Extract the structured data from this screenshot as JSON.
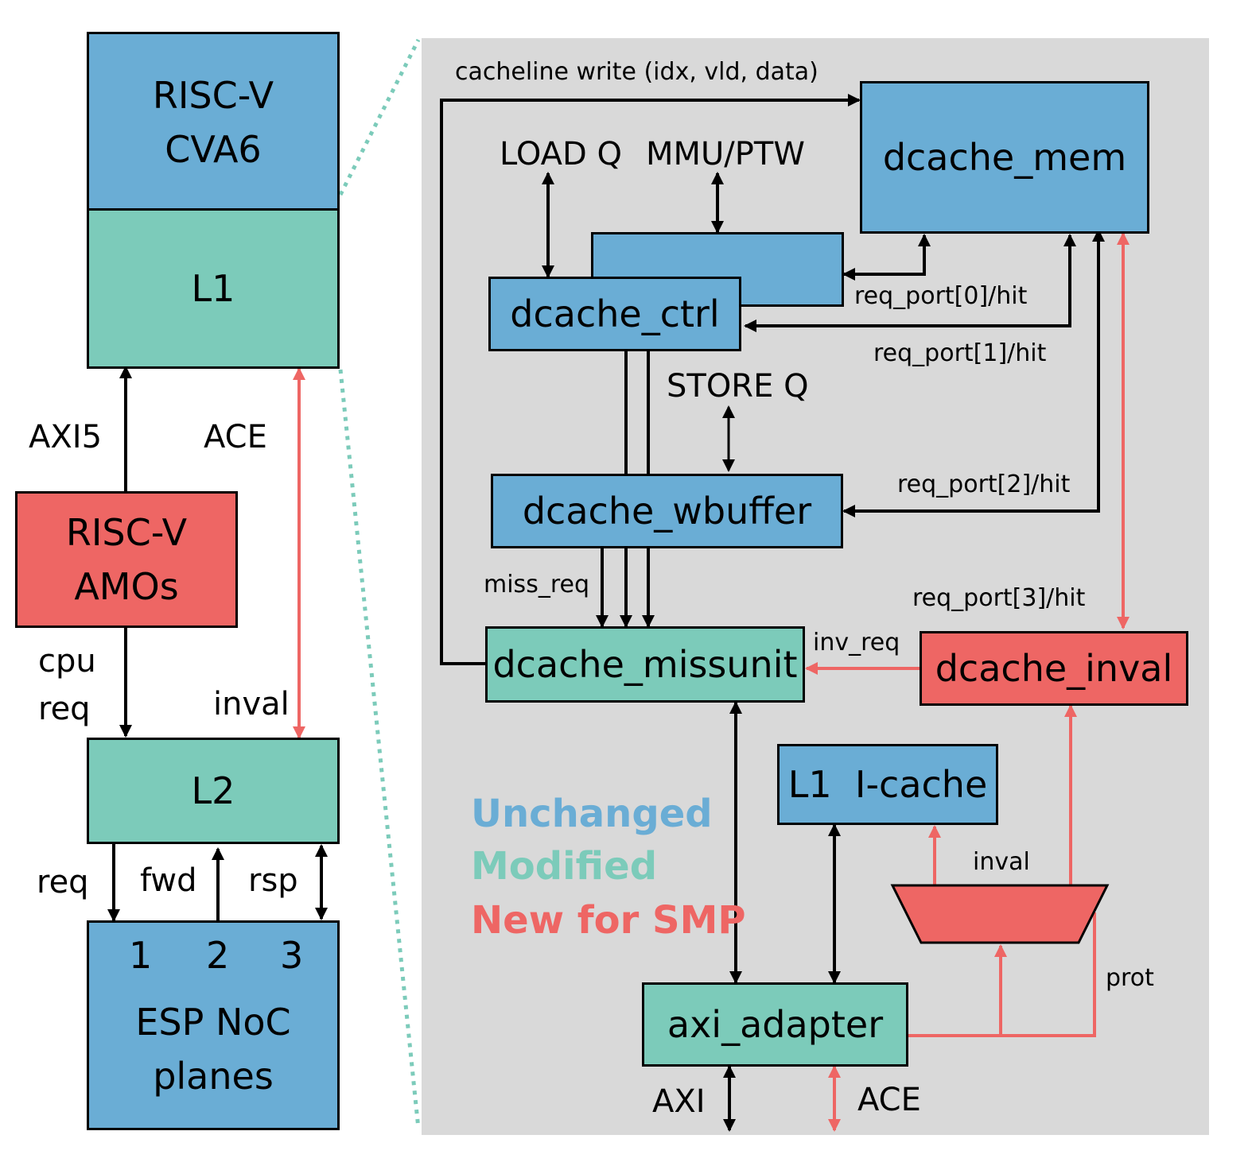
{
  "left": {
    "core_line1": "RISC-V",
    "core_line2": "CVA6",
    "l1": "L1",
    "amo_line1": "RISC-V",
    "amo_line2": "AMOs",
    "l2": "L2",
    "noc_line1": "ESP NoC",
    "noc_line2": "planes",
    "plane1": "1",
    "plane2": "2",
    "plane3": "3",
    "axi5": "AXI5",
    "ace": "ACE",
    "cpu": "cpu",
    "req": "req",
    "inval": "inval",
    "noc_req": "req",
    "noc_fwd": "fwd",
    "noc_rsp": "rsp"
  },
  "right": {
    "cacheline_write": "cacheline write (idx, vld, data)",
    "load_q": "LOAD Q",
    "mmu_ptw": "MMU/PTW",
    "store_q": "STORE Q",
    "dcache_mem": "dcache_mem",
    "dcache_ctrl": "dcache_ctrl",
    "dcache_wbuffer": "dcache_wbuffer",
    "dcache_missunit": "dcache_missunit",
    "dcache_inval": "dcache_inval",
    "l1_icache": "L1  I-cache",
    "axi_adapter": "axi_adapter",
    "req_port0": "req_port[0]/hit",
    "req_port1": "req_port[1]/hit",
    "req_port2": "req_port[2]/hit",
    "req_port3": "req_port[3]/hit",
    "miss_req": "miss_req",
    "inv_req": "inv_req",
    "inval": "inval",
    "prot": "prot",
    "axi": "AXI",
    "ace": "ACE"
  },
  "legend": {
    "unchanged": "Unchanged",
    "modified": "Modified",
    "new_for_smp": "New for SMP"
  },
  "colors": {
    "unchanged": "#6aadd5",
    "modified": "#7ccbba",
    "new_for_smp": "#ee6664",
    "panel": "#d9d9d9",
    "dotted_zoom": "#7ccbba"
  }
}
